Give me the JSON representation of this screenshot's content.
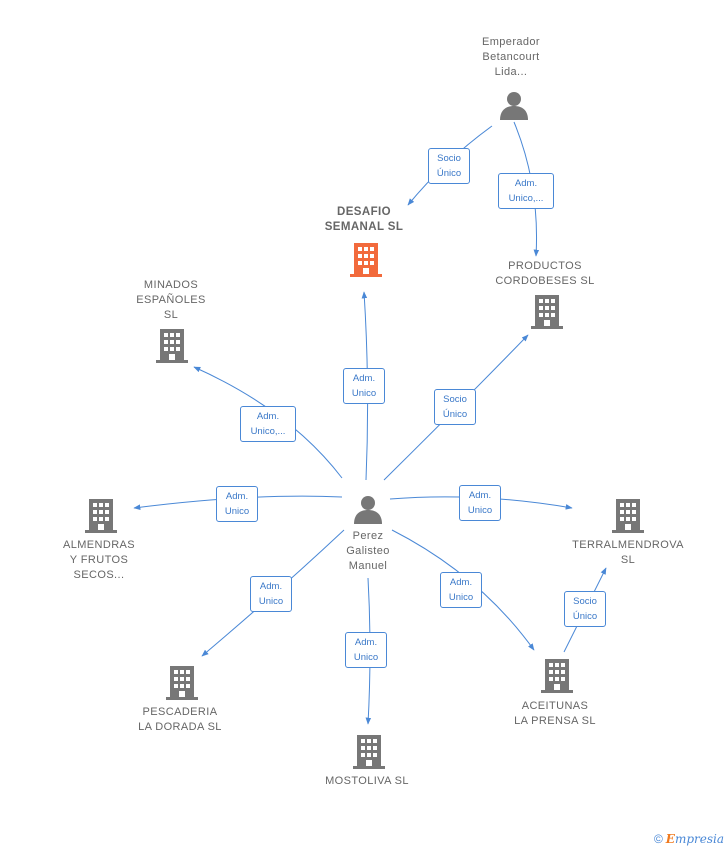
{
  "colors": {
    "edge": "#4a88d6",
    "person_icon": "#777777",
    "company_icon": "#777777",
    "highlight_company_icon": "#f26a3c"
  },
  "nodes": {
    "emperador": {
      "label_lines": [
        "Emperador",
        "Betancourt",
        "Lida..."
      ],
      "type": "person"
    },
    "desafio": {
      "label_lines": [
        "DESAFIO",
        "SEMANAL  SL"
      ],
      "type": "company-highlight"
    },
    "productos": {
      "label_lines": [
        "PRODUCTOS",
        "CORDOBESES SL"
      ],
      "type": "company"
    },
    "minados": {
      "label_lines": [
        "MINADOS",
        "ESPAÑOLES",
        "SL"
      ],
      "type": "company"
    },
    "almendras": {
      "label_lines": [
        "ALMENDRAS",
        "Y FRUTOS",
        "SECOS..."
      ],
      "type": "company"
    },
    "perez": {
      "label_lines": [
        "Perez",
        "Galisteo",
        "Manuel"
      ],
      "type": "person"
    },
    "terralmendrova": {
      "label_lines": [
        "TERRALMENDROVA",
        "SL"
      ],
      "type": "company"
    },
    "pescaderia": {
      "label_lines": [
        "PESCADERIA",
        "LA DORADA SL"
      ],
      "type": "company"
    },
    "aceitunas": {
      "label_lines": [
        "ACEITUNAS",
        "LA PRENSA  SL"
      ],
      "type": "company"
    },
    "mostoliva": {
      "label_lines": [
        "MOSTOLIVA  SL"
      ],
      "type": "company"
    }
  },
  "edges": {
    "emperador_desafio": {
      "label_lines": [
        "Socio",
        "Único"
      ]
    },
    "emperador_productos": {
      "label_lines": [
        "Adm.",
        "Unico,..."
      ]
    },
    "perez_desafio": {
      "label_lines": [
        "Adm.",
        "Unico"
      ]
    },
    "perez_productos": {
      "label_lines": [
        "Socio",
        "Único"
      ]
    },
    "perez_minados": {
      "label_lines": [
        "Adm.",
        "Unico,..."
      ]
    },
    "perez_almendras": {
      "label_lines": [
        "Adm.",
        "Unico"
      ]
    },
    "perez_terralmendrova": {
      "label_lines": [
        "Adm.",
        "Unico"
      ]
    },
    "perez_pescaderia": {
      "label_lines": [
        "Adm.",
        "Unico"
      ]
    },
    "perez_aceitunas": {
      "label_lines": [
        "Adm.",
        "Unico"
      ]
    },
    "perez_mostoliva": {
      "label_lines": [
        "Adm.",
        "Unico"
      ]
    },
    "aceitunas_terralmendrova": {
      "label_lines": [
        "Socio",
        "Único"
      ]
    }
  },
  "footer": {
    "copyright": "©",
    "brand_first": "E",
    "brand_rest": "mpresia"
  }
}
